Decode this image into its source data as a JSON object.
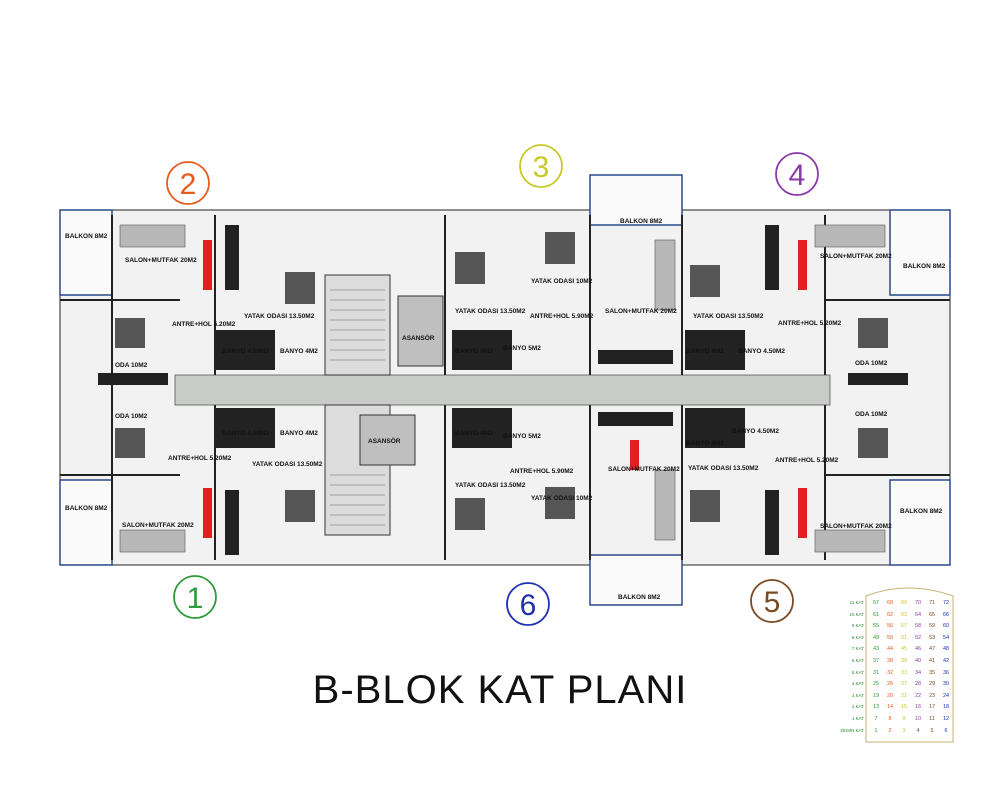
{
  "title": "B-BLOK KAT PLANI",
  "units": [
    {
      "num": "2",
      "color": "#e85a1c"
    },
    {
      "num": "3",
      "color": "#c7c92a"
    },
    {
      "num": "4",
      "color": "#8a3aa8"
    },
    {
      "num": "1",
      "color": "#2e9a3a"
    },
    {
      "num": "6",
      "color": "#1f2fb0"
    },
    {
      "num": "5",
      "color": "#7a4a22"
    }
  ],
  "labels": {
    "balkon": "BALKON 8M2",
    "salon": "SALON+MUTFAK 20M2",
    "yatak": "YATAK ODASI 13.50M2",
    "yatak10": "YATAK ODASI 10M2",
    "antre52": "ANTRE+HOL 5.20M2",
    "antre59": "ANTRE+HOL 5.90M2",
    "banyo450": "BANYO 4.50M2",
    "banyo4": "BANYO 4M2",
    "banyo5": "BANYO 5M2",
    "oda": "ODA 10M2",
    "asansor": "ASANSÖR"
  },
  "legend": {
    "floors": [
      "11.KAT",
      "10.KAT",
      "9.KAT",
      "8.KAT",
      "7.KAT",
      "6.KAT",
      "5.KAT",
      "4.KAT",
      "3.KAT",
      "2.KAT",
      "1.KAT",
      "ZEMİN KAT"
    ],
    "rows": [
      [
        "67",
        "68",
        "69",
        "70",
        "71",
        "72"
      ],
      [
        "61",
        "62",
        "63",
        "64",
        "65",
        "66"
      ],
      [
        "55",
        "56",
        "57",
        "58",
        "59",
        "60"
      ],
      [
        "49",
        "50",
        "51",
        "52",
        "53",
        "54"
      ],
      [
        "43",
        "44",
        "45",
        "46",
        "47",
        "48"
      ],
      [
        "37",
        "38",
        "39",
        "40",
        "41",
        "42"
      ],
      [
        "31",
        "32",
        "33",
        "34",
        "35",
        "36"
      ],
      [
        "25",
        "26",
        "27",
        "28",
        "29",
        "30"
      ],
      [
        "19",
        "20",
        "21",
        "22",
        "23",
        "24"
      ],
      [
        "13",
        "14",
        "15",
        "16",
        "17",
        "18"
      ],
      [
        "7",
        "8",
        "9",
        "10",
        "11",
        "12"
      ],
      [
        "1",
        "2",
        "3",
        "4",
        "5",
        "6"
      ]
    ],
    "col_colors": [
      "#2e9a3a",
      "#e85a1c",
      "#c7c92a",
      "#8a3aa8",
      "#7a4a22",
      "#1f2fb0"
    ]
  }
}
